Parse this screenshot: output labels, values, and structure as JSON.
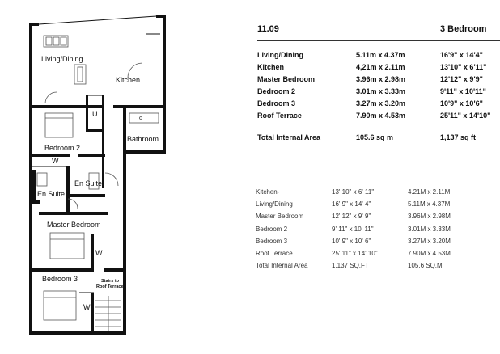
{
  "plan": {
    "rooms": {
      "living": "Living/Dining",
      "kitchen": "Kitchen",
      "u": "U",
      "bathroom": "Bathroom",
      "bedroom2": "Bedroom 2",
      "w1": "W",
      "ensuite_right": "En Suite",
      "ensuite_left": "En Suite",
      "master": "Master Bedroom",
      "w2": "W",
      "bedroom3": "Bedroom 3",
      "stairs_line1": "Stairs to",
      "stairs_line2": "Roof Terrace",
      "w3": "W"
    }
  },
  "summary": {
    "unit": "11.09",
    "type": "3 Bedroom",
    "rows": [
      {
        "room": "Living/Dining",
        "metric": "5.11m x 4.37m",
        "imperial": "16'9\" x 14'4\""
      },
      {
        "room": "Kitchen",
        "metric": "4,21m x 2.11m",
        "imperial": "13'10\" x 6'11\""
      },
      {
        "room": "Master Bedroom",
        "metric": "3.96m x 2.98m",
        "imperial": "12'12\" x 9'9\""
      },
      {
        "room": "Bedroom 2",
        "metric": "3.01m x 3.33m",
        "imperial": "9'11\" x 10'11\""
      },
      {
        "room": "Bedroom 3",
        "metric": "3.27m x 3.20m",
        "imperial": "10'9\" x 10'6\""
      },
      {
        "room": "Roof Terrace",
        "metric": "7.90m x 4.53m",
        "imperial": "25'11\" x 14'10\""
      }
    ],
    "total": {
      "label": "Total Internal Area",
      "metric": "105.6 sq m",
      "imperial": "1,137 sq ft"
    }
  },
  "detail": {
    "rows": [
      {
        "room": "Kitchen-",
        "imperial": "13' 10\" x 6' 11\"",
        "metric": "4.21M x 2.11M"
      },
      {
        "room": "Living/Dining",
        "imperial": "16' 9\" x 14' 4\"",
        "metric": "5.11M x 4.37M"
      },
      {
        "room": "Master Bedroom",
        "imperial": "12' 12\" x 9' 9\"",
        "metric": "3.96M x 2.98M"
      },
      {
        "room": "Bedroom 2",
        "imperial": "9' 11\" x 10' 11\"",
        "metric": "3.01M x 3.33M"
      },
      {
        "room": "Bedroom 3",
        "imperial": "10' 9\" x 10' 6\"",
        "metric": "3.27M x 3.20M"
      },
      {
        "room": "Roof Terrace",
        "imperial": "25' 11\" x 14' 10\"",
        "metric": "7.90M x 4.53M"
      },
      {
        "room": "Total Internal Area",
        "imperial": "1,137 SQ.FT",
        "metric": "105.6 SQ.M"
      }
    ]
  }
}
